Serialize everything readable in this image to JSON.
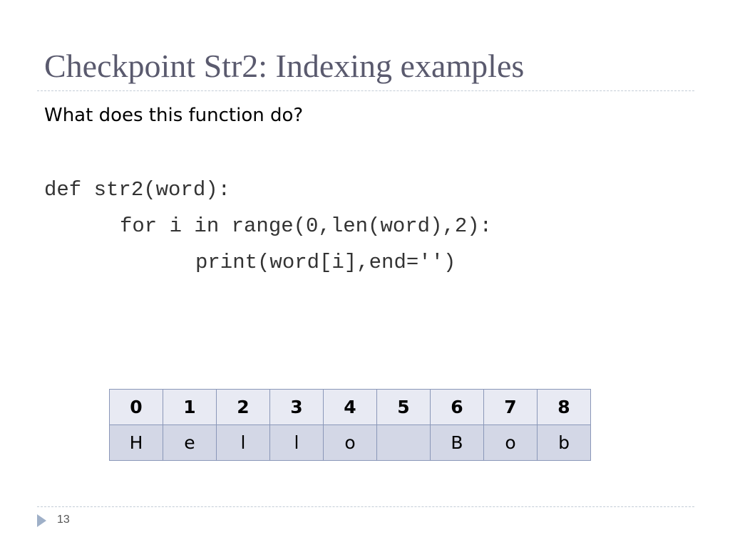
{
  "slide": {
    "title": "Checkpoint Str2: Indexing examples",
    "question": "What does this function do?",
    "code_lines": [
      "def str2(word):",
      "for i in range(0,len(word),2):",
      "print(word[i],end='')"
    ],
    "table": {
      "indices": [
        "0",
        "1",
        "2",
        "3",
        "4",
        "5",
        "6",
        "7",
        "8"
      ],
      "characters": [
        "H",
        "e",
        "l",
        "l",
        "o",
        "",
        "B",
        "o",
        "b"
      ]
    },
    "page_number": "13"
  }
}
